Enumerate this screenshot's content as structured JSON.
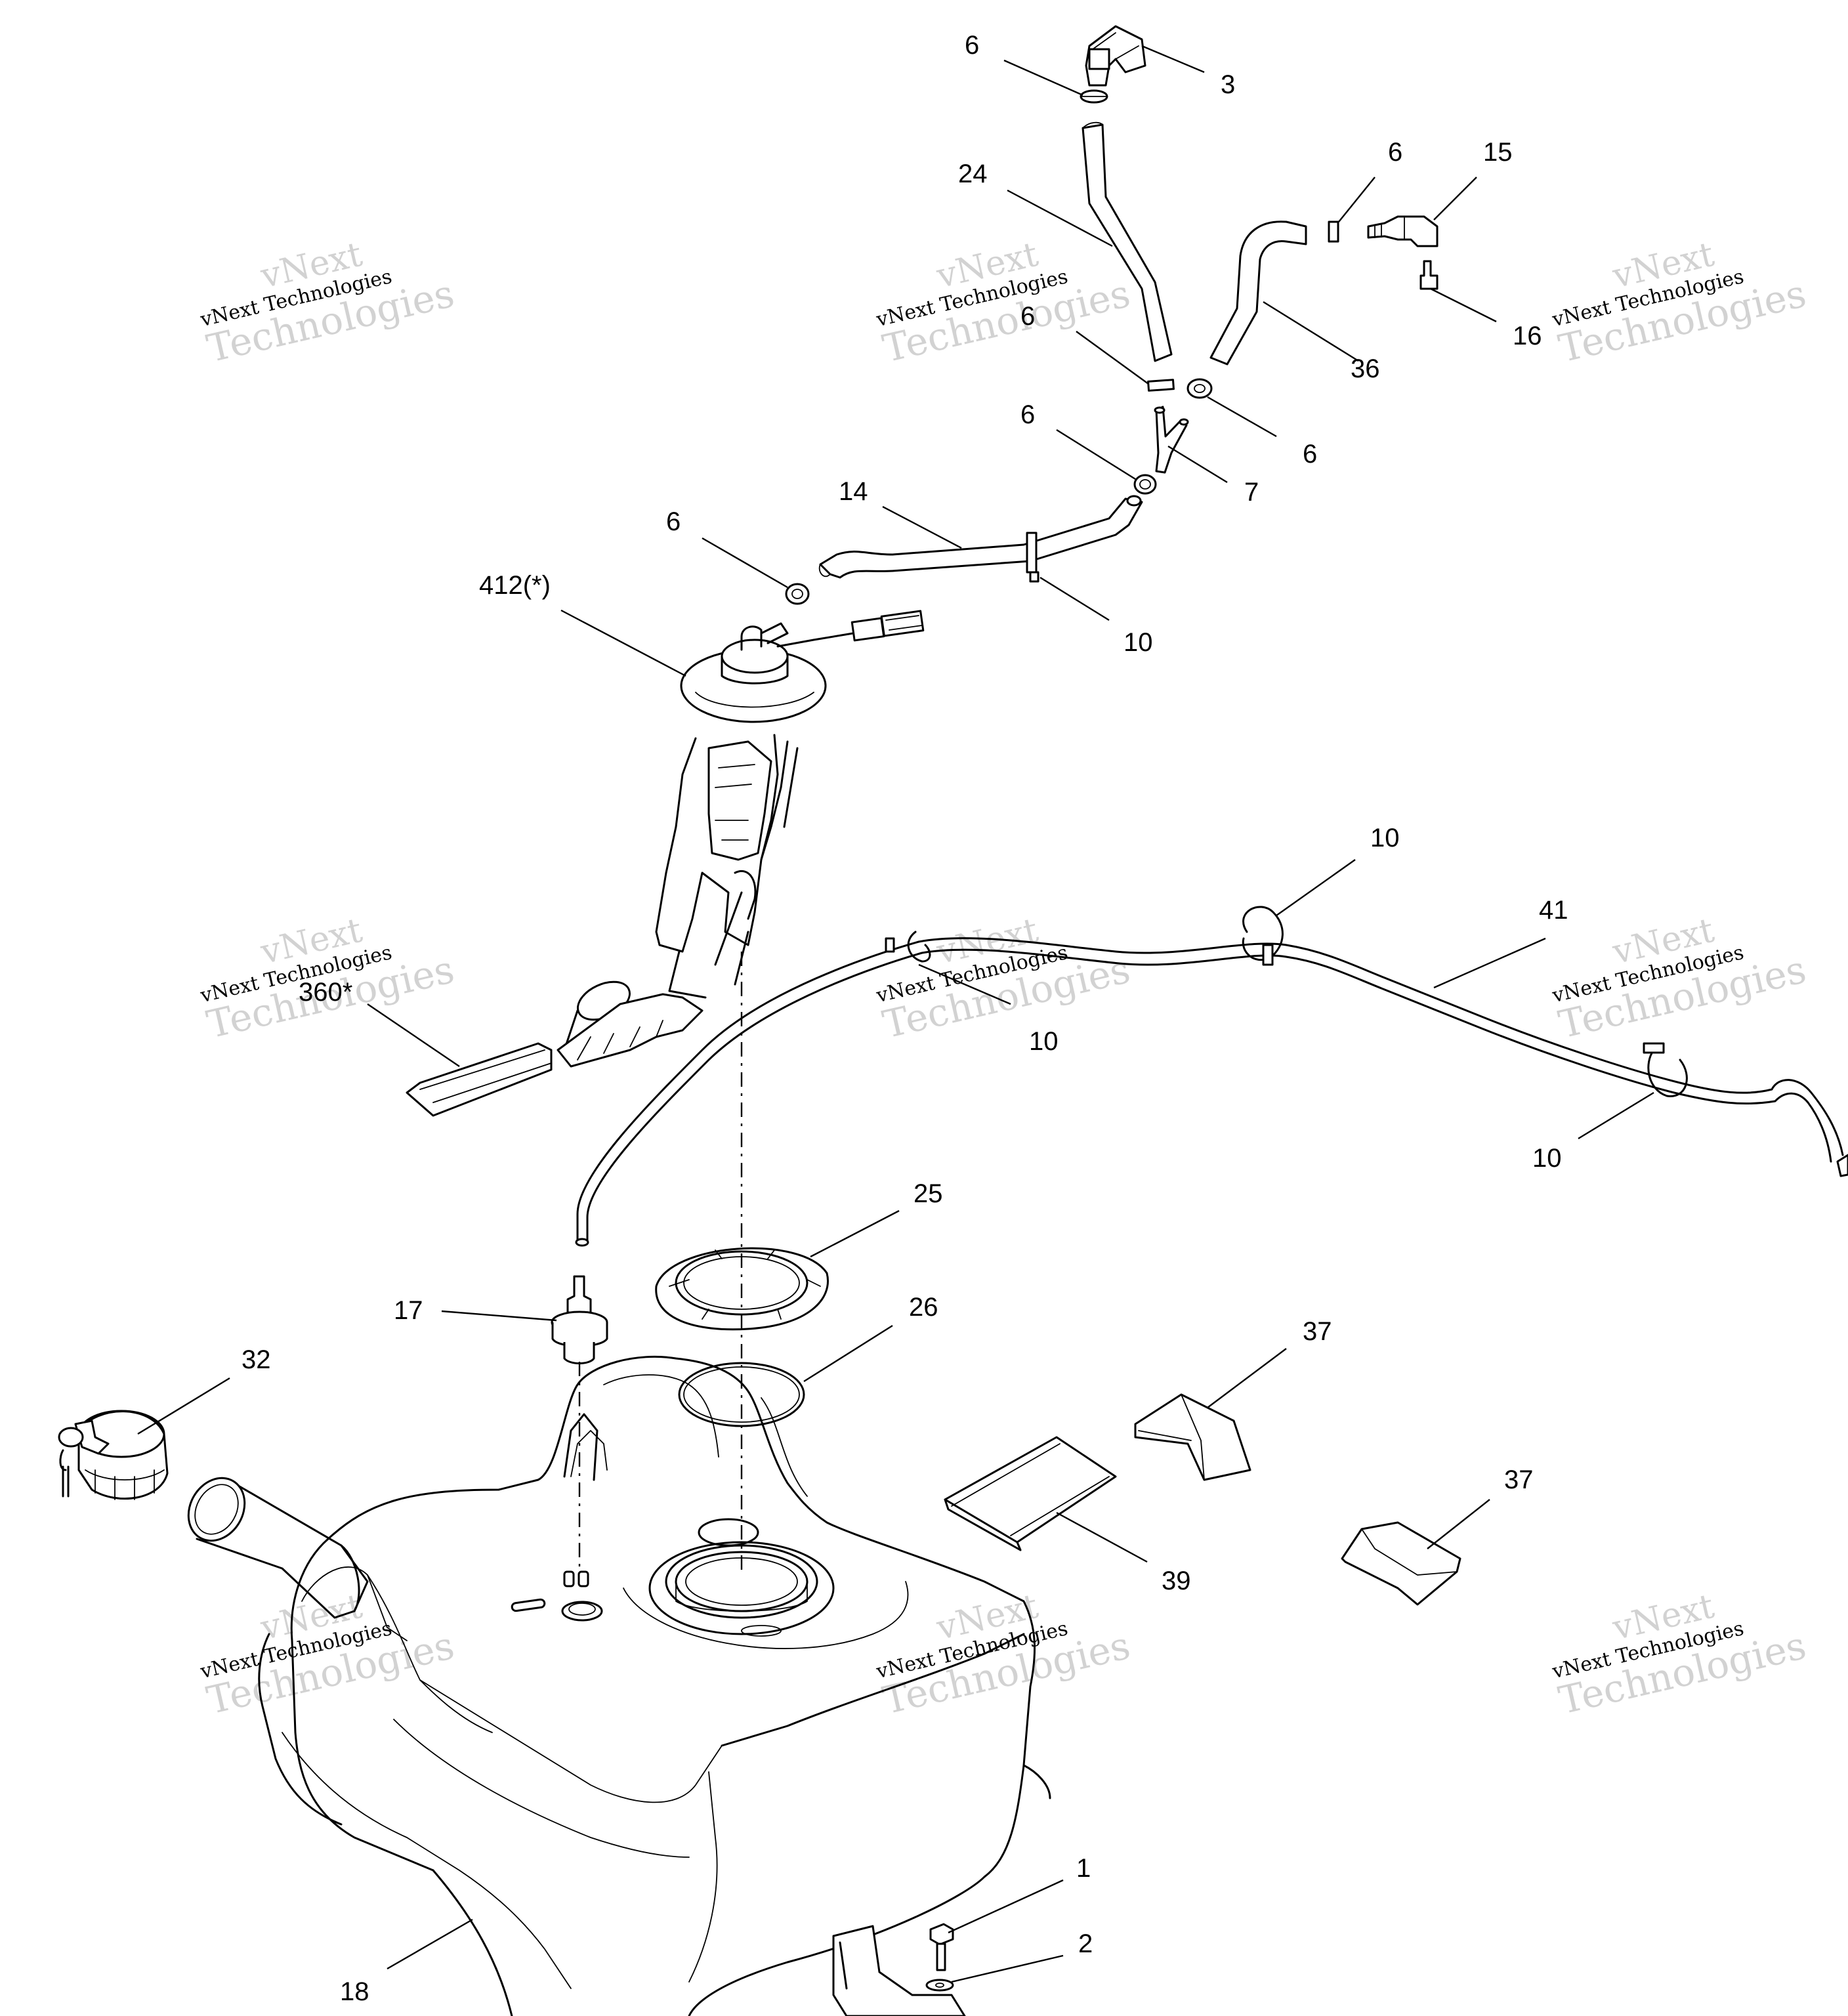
{
  "diagram": {
    "callouts": [
      {
        "id": "c-3",
        "label": "3"
      },
      {
        "id": "c-6a",
        "label": "6"
      },
      {
        "id": "c-24",
        "label": "24"
      },
      {
        "id": "c-6b",
        "label": "6"
      },
      {
        "id": "c-15",
        "label": "15"
      },
      {
        "id": "c-16",
        "label": "16"
      },
      {
        "id": "c-36",
        "label": "36"
      },
      {
        "id": "c-6c",
        "label": "6"
      },
      {
        "id": "c-6d",
        "label": "6"
      },
      {
        "id": "c-6e",
        "label": "6"
      },
      {
        "id": "c-7",
        "label": "7"
      },
      {
        "id": "c-14",
        "label": "14"
      },
      {
        "id": "c-6f",
        "label": "6"
      },
      {
        "id": "c-10a",
        "label": "10"
      },
      {
        "id": "c-412",
        "label": "412(*)"
      },
      {
        "id": "c-10b",
        "label": "10"
      },
      {
        "id": "c-41",
        "label": "41"
      },
      {
        "id": "c-360",
        "label": "360*"
      },
      {
        "id": "c-10c",
        "label": "10"
      },
      {
        "id": "c-10d",
        "label": "10"
      },
      {
        "id": "c-25",
        "label": "25"
      },
      {
        "id": "c-26",
        "label": "26"
      },
      {
        "id": "c-17",
        "label": "17"
      },
      {
        "id": "c-37a",
        "label": "37"
      },
      {
        "id": "c-32",
        "label": "32"
      },
      {
        "id": "c-37b",
        "label": "37"
      },
      {
        "id": "c-39",
        "label": "39"
      },
      {
        "id": "c-1",
        "label": "1"
      },
      {
        "id": "c-2",
        "label": "2"
      },
      {
        "id": "c-18",
        "label": "18"
      }
    ],
    "watermark": {
      "line1": "vNext",
      "line2": "vNext Technologies",
      "line3": "Technologies"
    }
  },
  "colors": {
    "line": "#000000",
    "background": "#ffffff",
    "watermark": "#d2d2d2"
  }
}
